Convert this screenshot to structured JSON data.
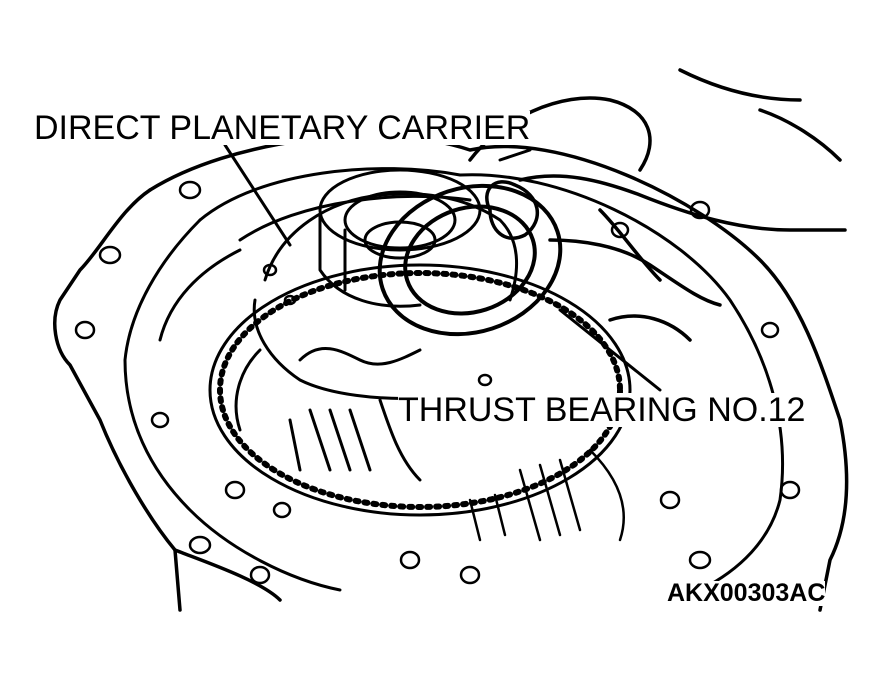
{
  "labels": {
    "direct_planetary_carrier": "DIRECT PLANETARY CARRIER",
    "thrust_bearing": "THRUST BEARING NO.12",
    "figure_code": "AKX00303AC"
  },
  "colors": {
    "ink": "#000000",
    "paper": "#ffffff"
  }
}
